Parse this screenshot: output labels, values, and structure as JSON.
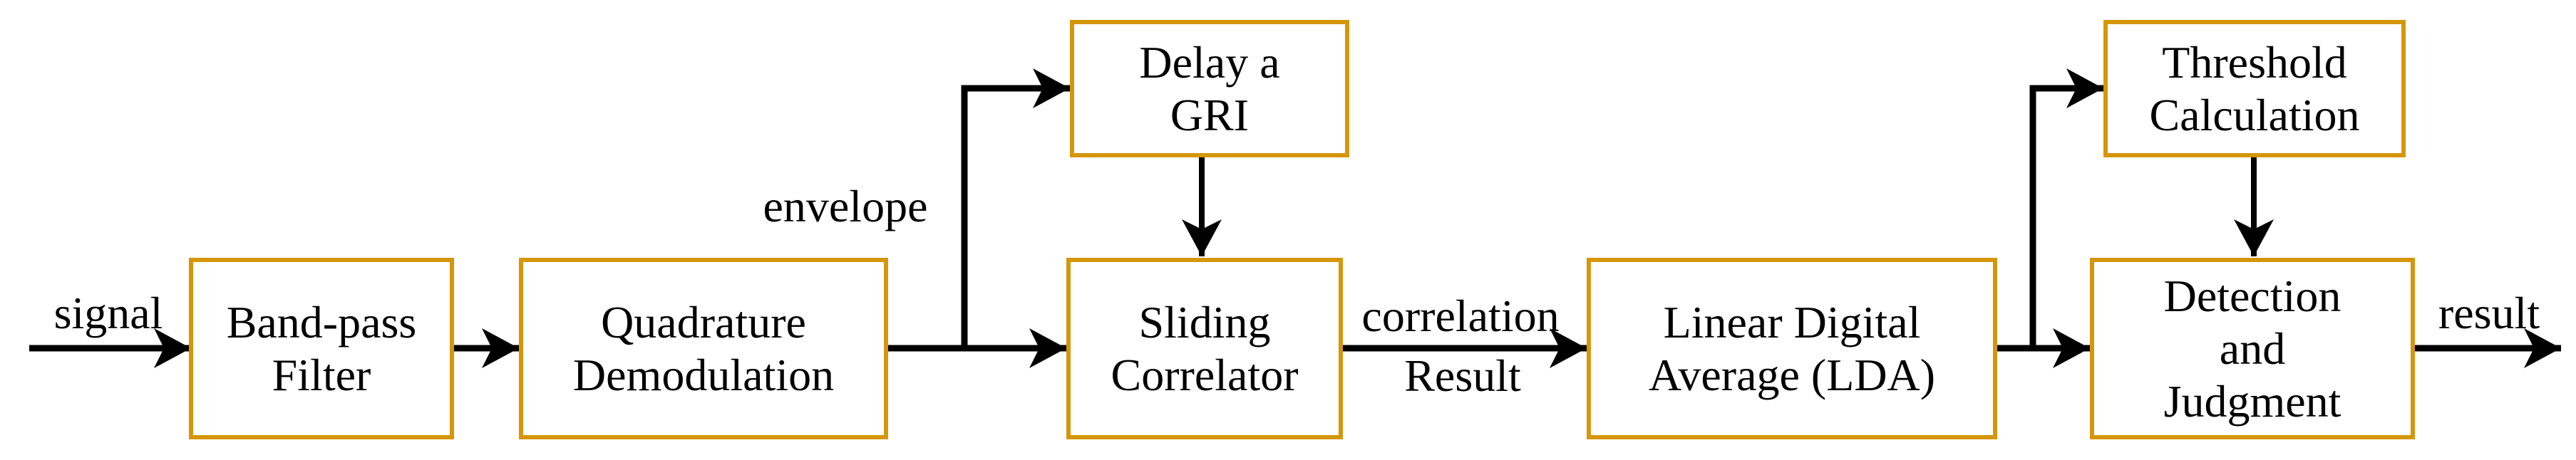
{
  "figure": {
    "type": "signal-processing-block-diagram",
    "accent_color": "#D6960A",
    "background_color": "#FFFFFF",
    "text_color": "#000000",
    "blocks": {
      "band_pass": {
        "lines": [
          "Band-pass",
          "Filter"
        ]
      },
      "quadrature": {
        "lines": [
          "Quadrature",
          "Demodulation"
        ]
      },
      "delay_gri": {
        "lines": [
          "Delay a",
          "GRI"
        ]
      },
      "sliding": {
        "lines": [
          "Sliding",
          "Correlator"
        ]
      },
      "lda": {
        "lines": [
          "Linear Digital",
          "Average (LDA)"
        ]
      },
      "threshold": {
        "lines": [
          "Threshold",
          "Calculation"
        ]
      },
      "detection": {
        "lines": [
          "Detection",
          "and",
          "Judgment"
        ]
      }
    },
    "edge_labels": {
      "signal": "signal",
      "envelope": "envelope",
      "correlation_line1": "correlation",
      "correlation_line2": "Result",
      "result": "result"
    }
  }
}
